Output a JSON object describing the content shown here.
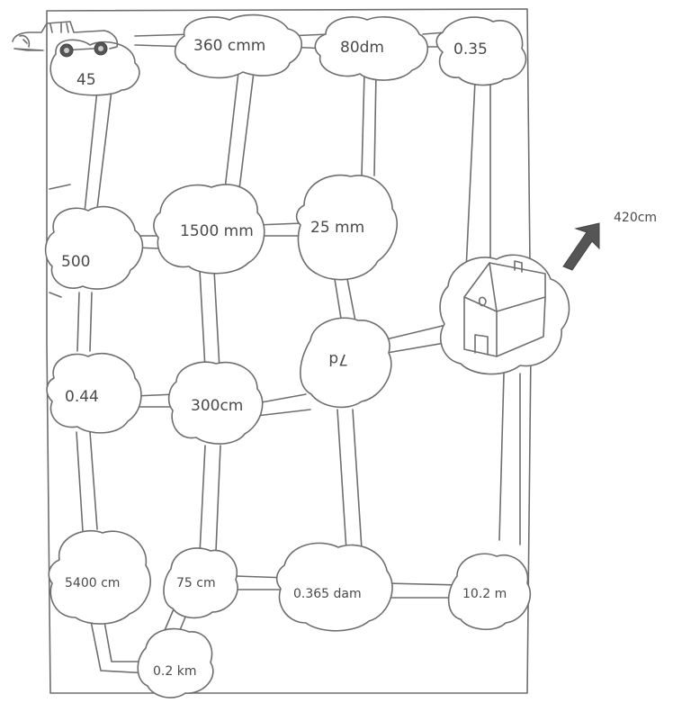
{
  "maze": {
    "start_value": "45",
    "top_values": [
      "360 cmm",
      "80dm",
      "0.35"
    ],
    "row2_values": [
      "500",
      "1500 mm",
      "25 mm"
    ],
    "row3_values": [
      "0.44",
      "300cm",
      "7d"
    ],
    "bottom_values": [
      "5400 cm",
      "75 cm",
      "0.365 dam",
      "10.2 m",
      "0.2 km"
    ],
    "arrow_value": "420cm",
    "icons": [
      "car-icon",
      "house-icon",
      "arrow-icon"
    ],
    "colors": {
      "pencil": "#6e6e6e",
      "arrow": "#555555",
      "paper": "#ffffff"
    }
  }
}
